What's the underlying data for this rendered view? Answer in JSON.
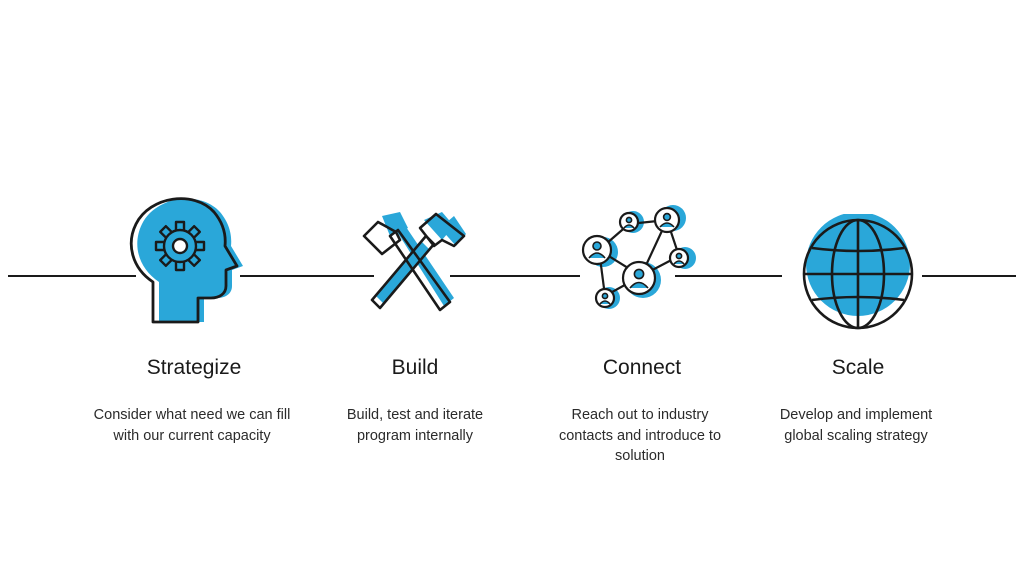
{
  "accent_color": "#2aa7d9",
  "line_color": "#1a1a1a",
  "steps": [
    {
      "title": "Strategize",
      "description": "Consider what need we can fill with our current capacity",
      "icon": "head-gear-icon"
    },
    {
      "title": "Build",
      "description": "Build, test and iterate program internally",
      "icon": "crossed-hammers-icon"
    },
    {
      "title": "Connect",
      "description": "Reach out to industry contacts and introduce to solution",
      "icon": "network-people-icon"
    },
    {
      "title": "Scale",
      "description": "Develop and implement global scaling strategy",
      "icon": "globe-icon"
    }
  ]
}
